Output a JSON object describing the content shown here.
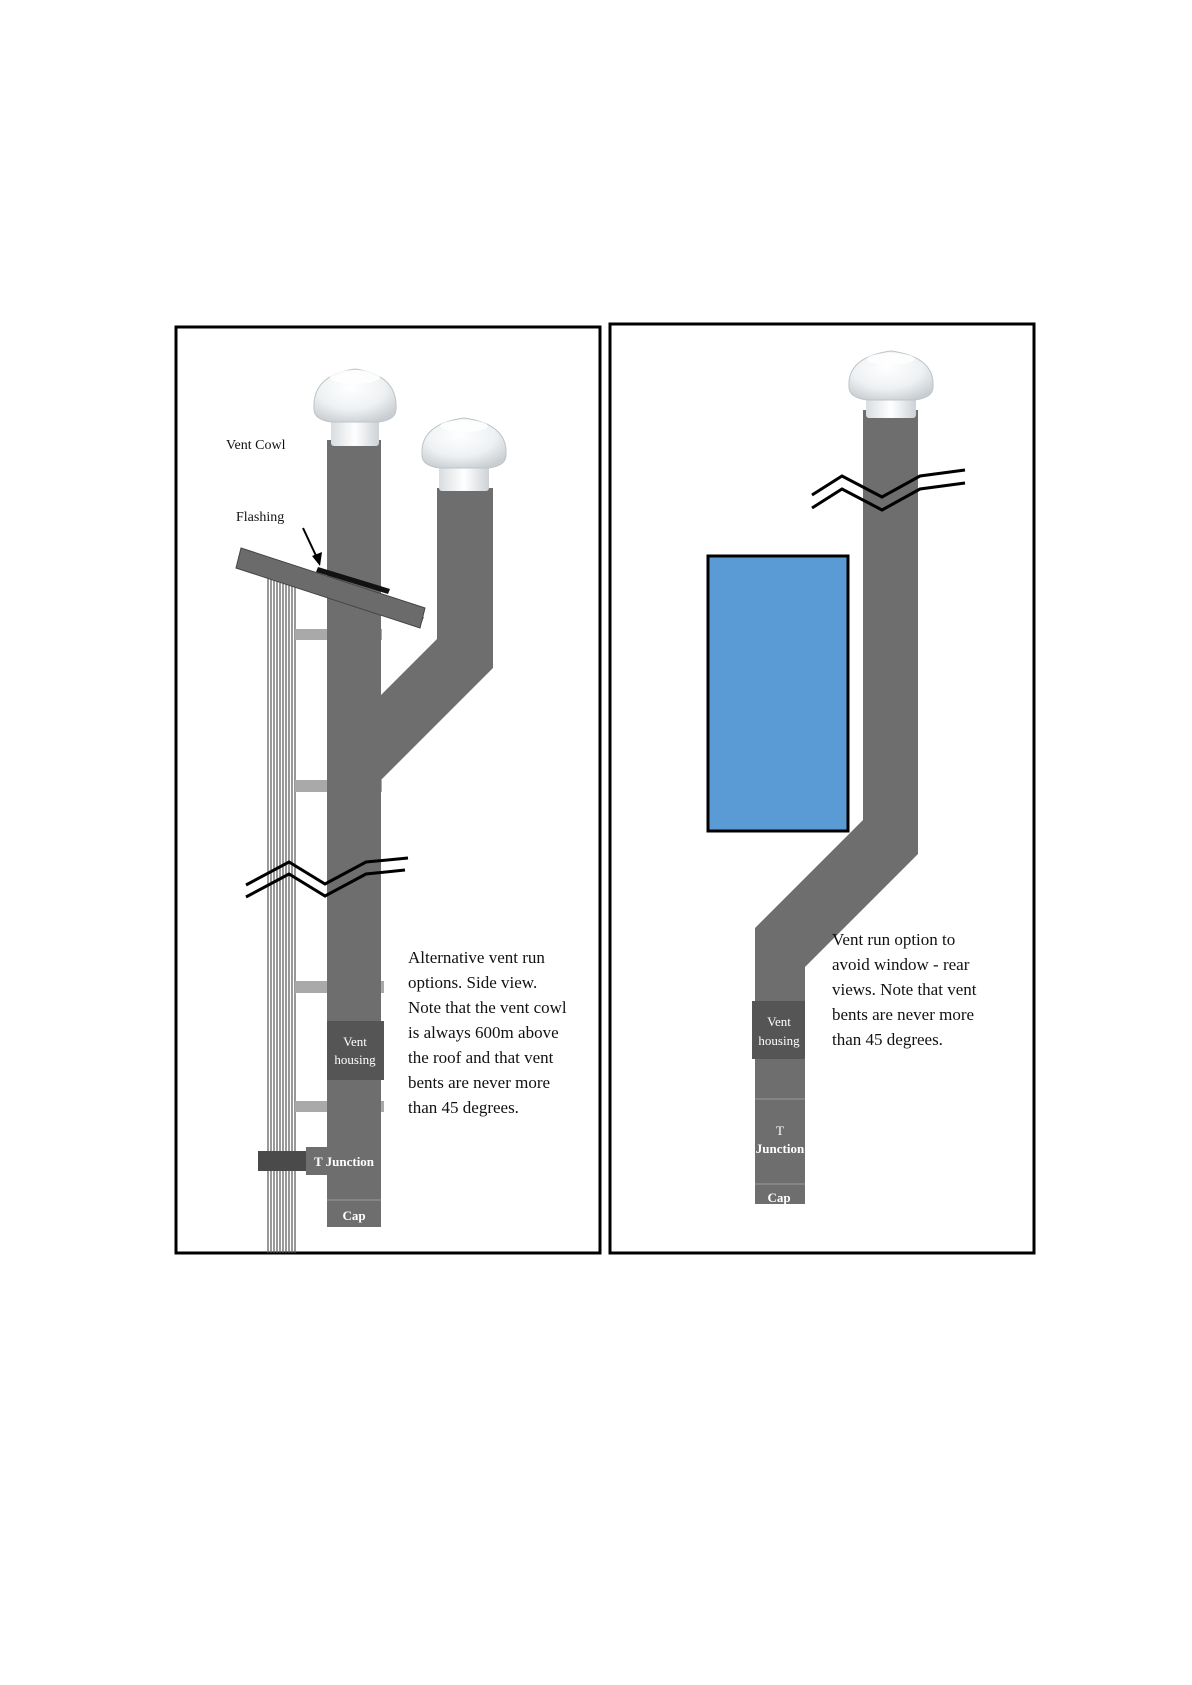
{
  "left_panel": {
    "label_vent_cowl": "Vent Cowl",
    "label_flashing": "Flashing",
    "label_vent_housing_line1": "Vent",
    "label_vent_housing_line2": "housing",
    "label_t_junction": "T Junction",
    "label_cap": "Cap",
    "caption_lines": [
      "Alternative vent run",
      "options. Side view.",
      "Note that the vent cowl",
      "is always 600m above",
      "the roof and that vent",
      "bents are never more",
      "than 45 degrees."
    ]
  },
  "right_panel": {
    "label_vent_housing_line1": "Vent",
    "label_vent_housing_line2": "housing",
    "label_t_line1": "T",
    "label_t_line2": "Junction",
    "label_cap": "Cap",
    "caption_lines": [
      "Vent run option to",
      "avoid window - rear",
      "views. Note that vent",
      "bents are never more",
      "than 45 degrees."
    ]
  },
  "colors": {
    "pipe": "#6e6e6e",
    "bracket": "#a9a9a9",
    "housing": "#555555",
    "window": "#5b9bd5",
    "frame": "#000000",
    "cowl": "#f2f4f5"
  }
}
